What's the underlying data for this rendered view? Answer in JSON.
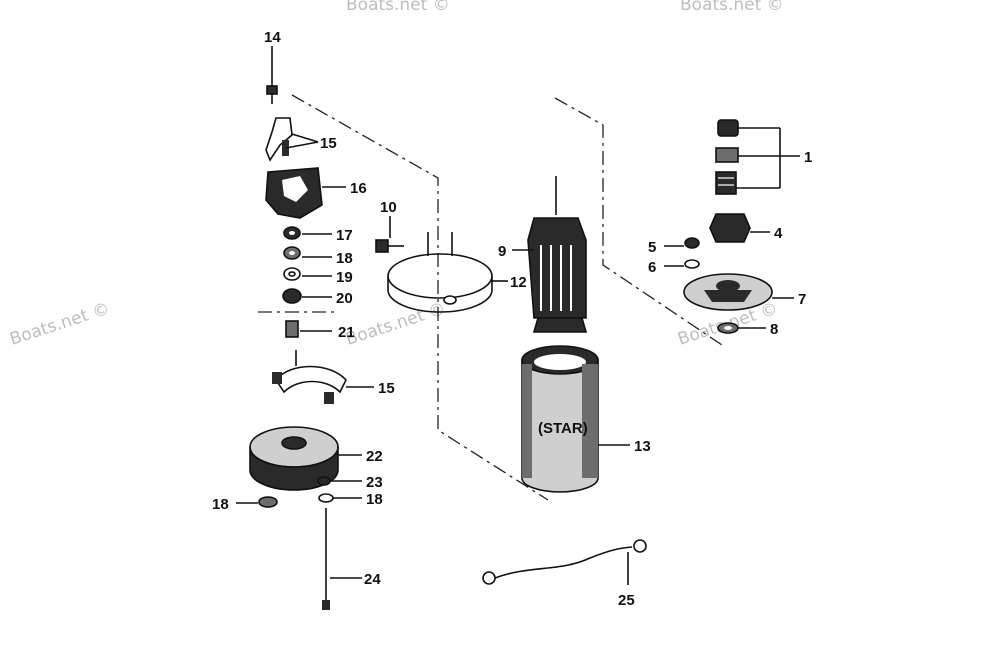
{
  "watermarks": {
    "wm1": "Boats.net ©",
    "wm2": "Boats.net ©",
    "wm3": "Boats.net ©",
    "wm4": "Boats.net ©",
    "wm5": "Boats.net ©"
  },
  "housing_label": "(STAR)",
  "callouts": {
    "c1": "1",
    "c4": "4",
    "c5": "5",
    "c6": "6",
    "c7": "7",
    "c8": "8",
    "c9": "9",
    "c10": "10",
    "c12": "12",
    "c13": "13",
    "c14": "14",
    "c15a": "15",
    "c15b": "15",
    "c16": "16",
    "c17": "17",
    "c18a": "18",
    "c18b": "18",
    "c18c": "18",
    "c19": "19",
    "c20": "20",
    "c21": "21",
    "c22": "22",
    "c23": "23",
    "c24": "24",
    "c25": "25"
  }
}
